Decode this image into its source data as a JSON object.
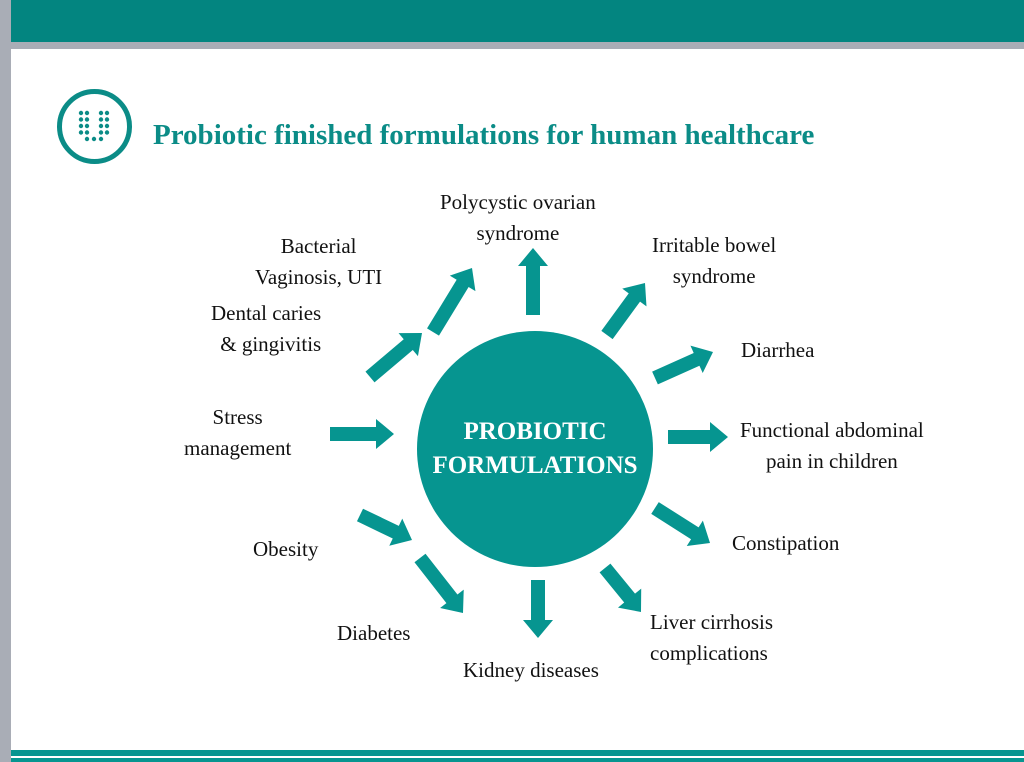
{
  "title": "Probiotic finished formulations for human healthcare",
  "center": {
    "line1": "PROBIOTIC",
    "line2": "FORMULATIONS"
  },
  "labels": {
    "pcos": [
      "Polycystic ovarian",
      "syndrome"
    ],
    "ibs": [
      "Irritable bowel",
      "syndrome"
    ],
    "diarrhea": [
      "Diarrhea"
    ],
    "fap": [
      "Functional abdominal",
      "pain in children"
    ],
    "constipation": [
      "Constipation"
    ],
    "liver": [
      "Liver cirrhosis",
      "complications"
    ],
    "kidney": [
      "Kidney diseases"
    ],
    "diabetes": [
      "Diabetes"
    ],
    "obesity": [
      "Obesity"
    ],
    "stress": [
      "Stress",
      "management"
    ],
    "dental": [
      "Dental caries",
      "& gingivitis"
    ],
    "bv": [
      "Bacterial",
      "Vaginosis, UTI"
    ]
  },
  "colors": {
    "teal": "#069590",
    "dark_teal": "#038580",
    "gray": "#a9adb6"
  }
}
